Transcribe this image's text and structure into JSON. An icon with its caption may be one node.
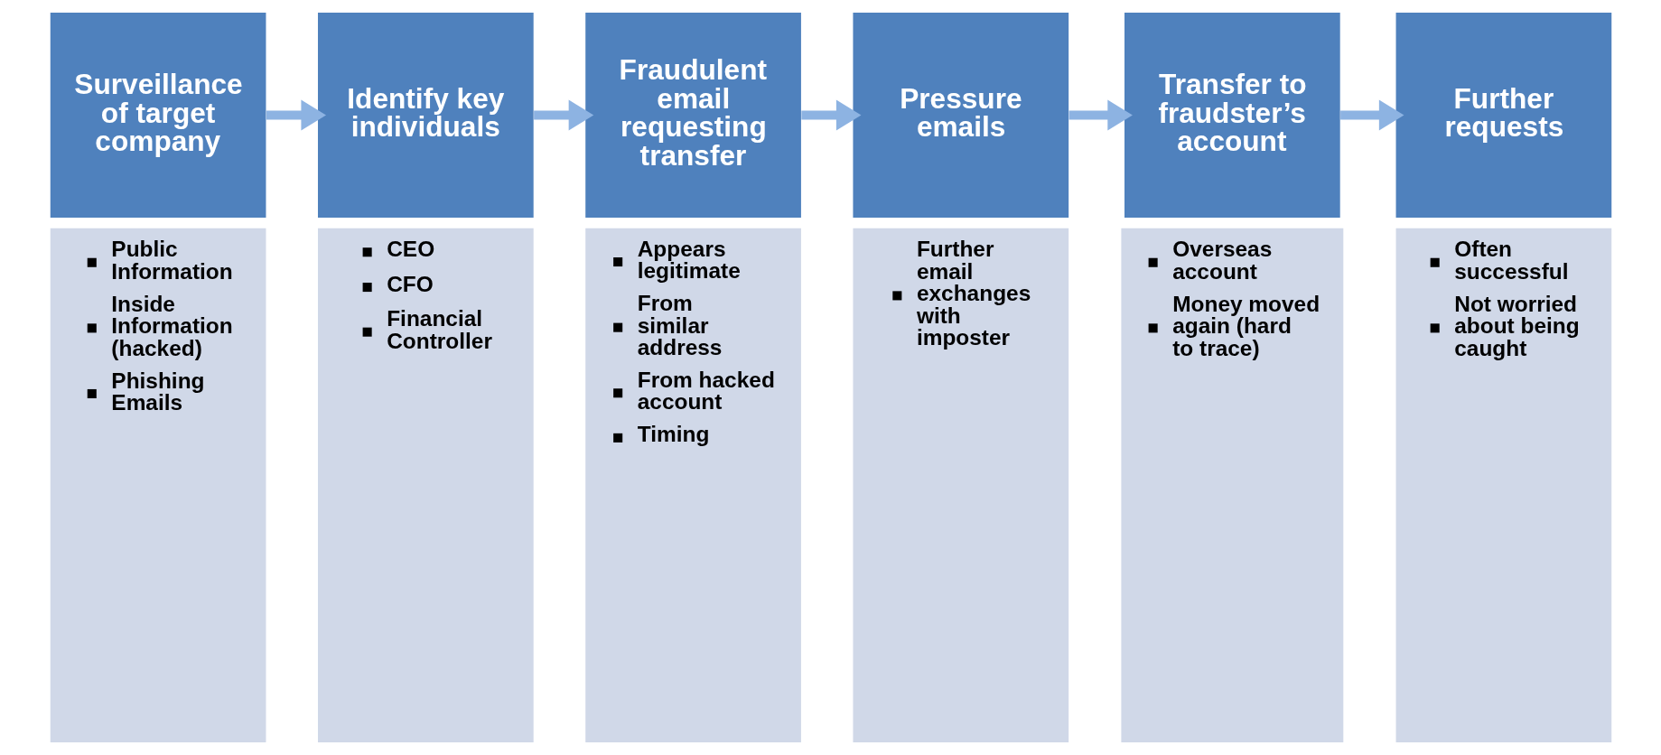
{
  "diagram": {
    "nodes": [
      {
        "text": [
          "Surveillance of target company"
        ]
      },
      {
        "text": [
          "Identify key individuals"
        ]
      },
      {
        "text": [
          "Fraudulent email requesting transfer"
        ]
      },
      {
        "text": [
          "Pressure emails"
        ]
      },
      {
        "text": [
          "Transfer to fraudster’s account"
        ]
      },
      {
        "text": [
          "Further requests"
        ]
      },
      {
        "text": [
          "Public Information",
          "Inside Information (hacked)",
          "Phishing Emails"
        ]
      },
      {
        "text": [
          "CEO",
          "CFO",
          "Financial Controller"
        ]
      },
      {
        "text": [
          "Appears legitimate",
          "From similar address",
          "From hacked account",
          "Timing"
        ]
      },
      {
        "text": [
          "Further email exchanges with imposter"
        ]
      },
      {
        "text": [
          "Overseas account",
          "Money moved again (hard to trace)"
        ]
      },
      {
        "text": [
          "Often successful",
          "Not worried about being caught"
        ]
      }
    ],
    "edges": [
      {
        "from": 0,
        "to": 1,
        "arrow": "to"
      },
      {
        "from": 1,
        "to": 2,
        "arrow": "to"
      },
      {
        "from": 2,
        "to": 3,
        "arrow": "to"
      },
      {
        "from": 3,
        "to": 4,
        "arrow": "to"
      },
      {
        "from": 4,
        "to": 5,
        "arrow": "to"
      }
    ]
  }
}
